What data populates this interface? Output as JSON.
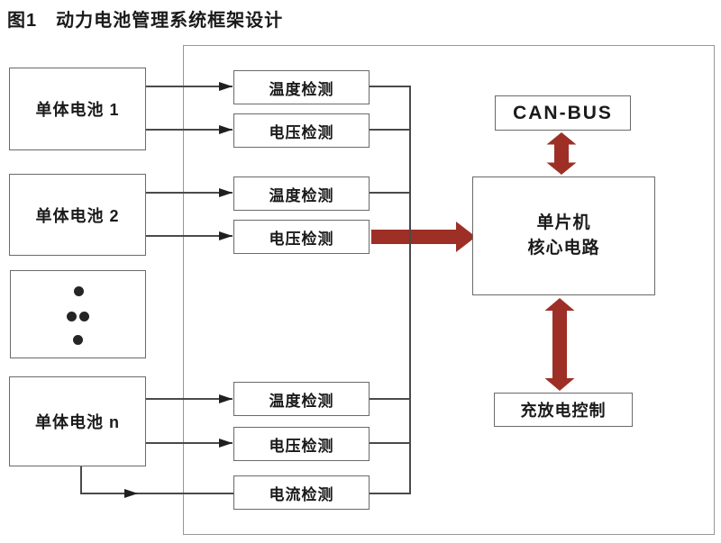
{
  "title": "图1　动力电池管理系统框架设计",
  "left_column": {
    "battery_1": "单体电池 1",
    "battery_2": "单体电池 2",
    "battery_n": "单体电池 n"
  },
  "detection": {
    "temperature": "温度检测",
    "voltage": "电压检测",
    "current": "电流检测"
  },
  "control": {
    "can_bus": "CAN-BUS",
    "mcu_line1": "单片机",
    "mcu_line2": "核心电路",
    "charge_discharge": "充放电控制"
  },
  "icons": {
    "ellipsis": "vertical-ellipsis-dots",
    "flow_arrows": "thick-double-headed-and-single-headed-red-arrows"
  },
  "colors": {
    "arrow_red": "#9e2f26",
    "connector_line": "#4a4a4a",
    "box_border": "#6a6a6a",
    "frame_border": "#979797",
    "text": "#1a1a1a",
    "background": "#ffffff"
  }
}
